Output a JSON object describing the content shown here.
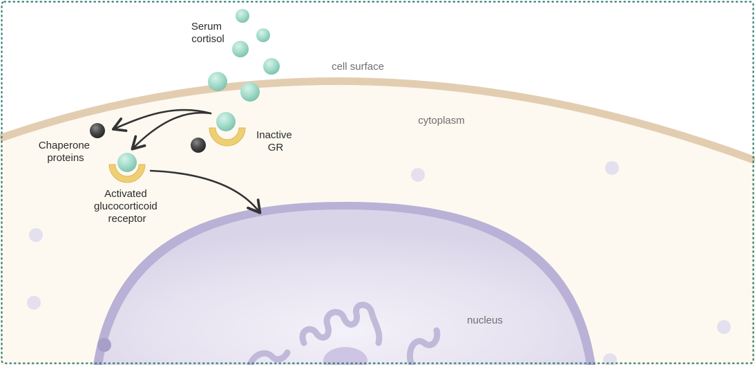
{
  "labels": {
    "serum_cortisol": [
      "Serum",
      "cortisol"
    ],
    "cell_surface": "cell surface",
    "cytoplasm": "cytoplasm",
    "inactive_gr": [
      "Inactive",
      "GR"
    ],
    "chaperone_proteins": [
      "Chaperone",
      "proteins"
    ],
    "activated_receptor": [
      "Activated",
      "glucocorticoid",
      "receptor"
    ],
    "nucleus": "nucleus"
  },
  "colors": {
    "frame_dots": "#2e7d74",
    "membrane": "#e3cdb1",
    "cytoplasm_fill": "#fdf9f1",
    "cortisol": "#9fd9c8",
    "receptor": "#efcf73",
    "chaperone": "#3f3f3f",
    "nucleus_fill": "#e0dcec",
    "nucleus_envelope": "#b6aed4",
    "vesicle": "#e3dfee",
    "arrow": "#333333"
  }
}
